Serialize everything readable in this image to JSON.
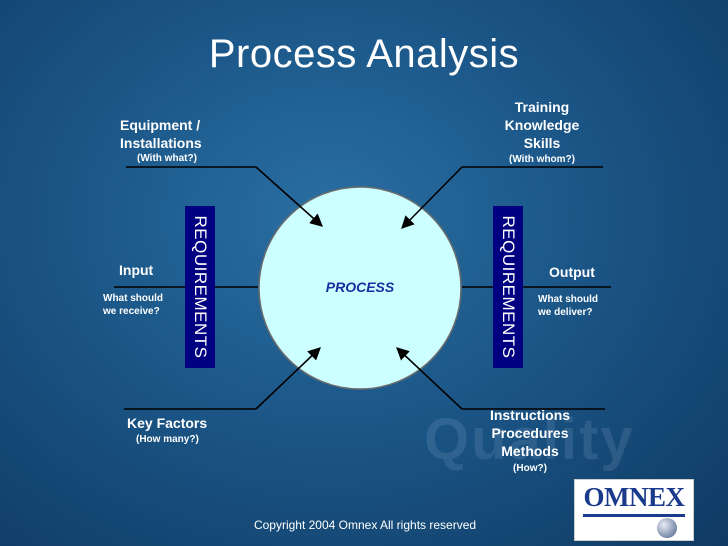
{
  "title": "Process Analysis",
  "center_label": "PROCESS",
  "requirements_label": "REQUIREMENTS",
  "top_left": {
    "label_line1": "Equipment /",
    "label_line2": "Installations",
    "question": "(With what?)"
  },
  "top_right": {
    "label_line1": "Training",
    "label_line2": "Knowledge",
    "label_line3": "Skills",
    "question": "(With whom?)"
  },
  "left": {
    "label": "Input",
    "question_line1": "What should",
    "question_line2": "we receive?"
  },
  "right": {
    "label": "Output",
    "question_line1": "What should",
    "question_line2": "we deliver?"
  },
  "bottom_left": {
    "label": "Key Factors",
    "question": "(How many?)"
  },
  "bottom_right": {
    "label_line1": "Instructions",
    "label_line2": "Procedures",
    "label_line3": "Methods",
    "question": "(How?)"
  },
  "watermark": "Quality",
  "logo": {
    "text": "OMNEX"
  },
  "copyright": "Copyright 2004 Omnex All rights reserved",
  "colors": {
    "background": "#1b5687",
    "process_fill": "#ccffff",
    "requirements_fill": "#000080",
    "center_text": "#1a2f9e"
  }
}
